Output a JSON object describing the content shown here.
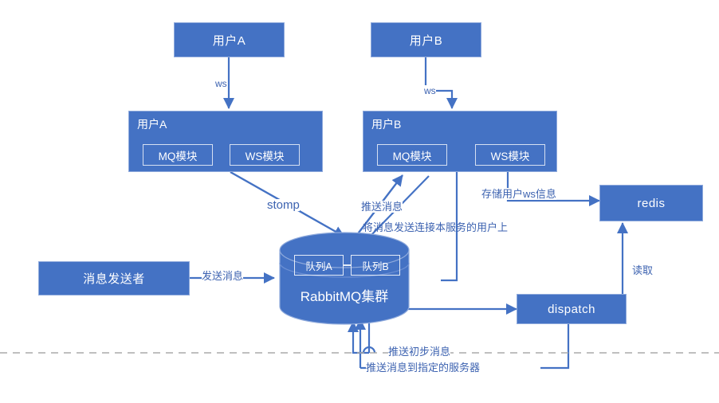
{
  "diagram": {
    "title": "WebSocket 消息推送架构图",
    "accent_color": "#4472C4",
    "line_color": "#4472C4",
    "label_color": "#3C62B0",
    "divider_color": "#AAAAAA"
  },
  "nodes": {
    "user_a_client": {
      "label": "用户A"
    },
    "user_b_client": {
      "label": "用户B"
    },
    "server_a": {
      "title": "用户A",
      "mq_module": "MQ模块",
      "ws_module": "WS模块"
    },
    "server_b": {
      "title": "用户B",
      "mq_module": "MQ模块",
      "ws_module": "WS模块"
    },
    "rabbitmq": {
      "label": "RabbitMQ集群",
      "queue_a": "队列A",
      "queue_b": "队列B"
    },
    "sender": {
      "label": "消息发送者"
    },
    "redis": {
      "label": "redis"
    },
    "dispatch": {
      "label": "dispatch"
    }
  },
  "edges": {
    "ws_a": "ws",
    "ws_b": "ws",
    "stomp": "stomp",
    "push_message": "推送消息",
    "send_to_connected_users": "将消息发送连接本服务的用户上",
    "store_ws_info": "存储用户ws信息",
    "send_message": "发送消息",
    "read": "读取",
    "push_initial_message": "推送初步消息",
    "push_to_target_server": "推送消息到指定的服务器"
  }
}
